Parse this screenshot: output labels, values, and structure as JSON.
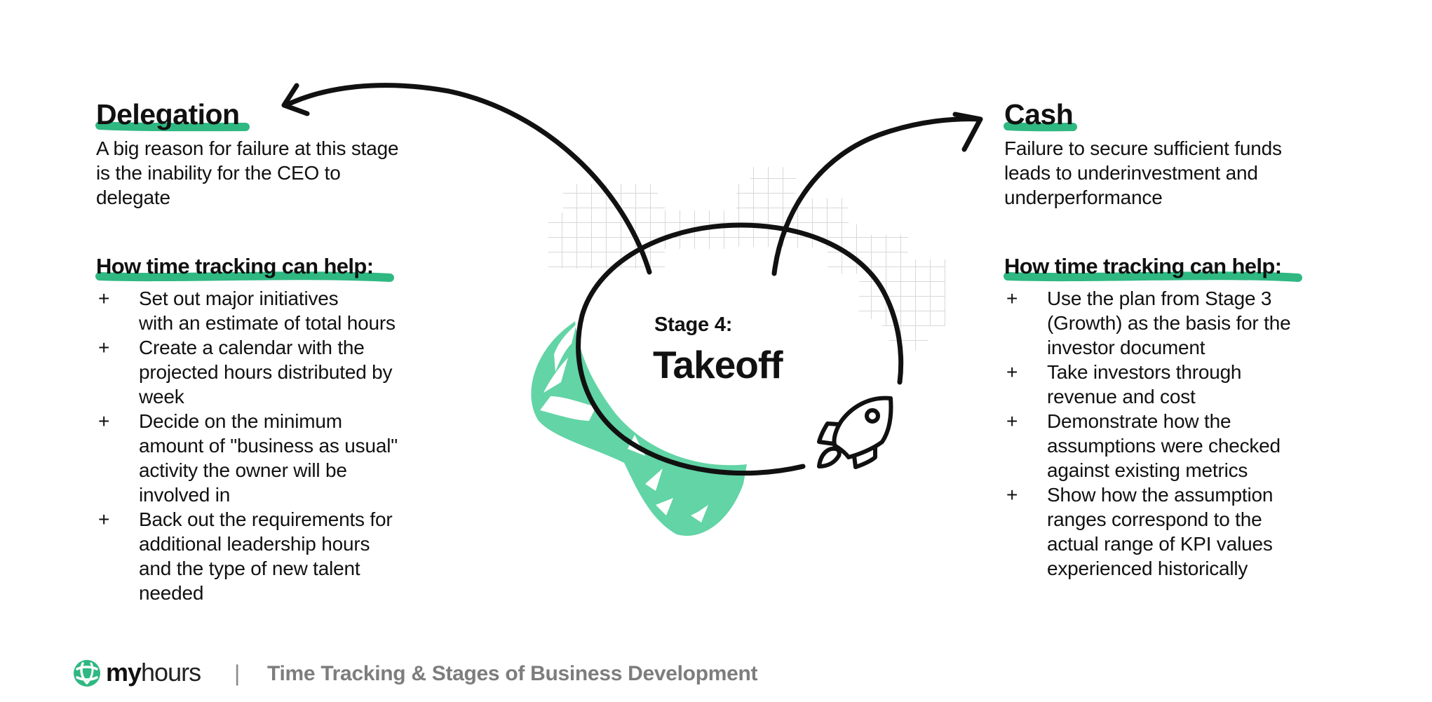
{
  "colors": {
    "accent_green": "#2fb882",
    "blob_green": "#62d4a6",
    "grid_gray": "#d6d6d6",
    "ink": "#111111",
    "footer_gray": "#7d7d7d"
  },
  "center": {
    "stage_label": "Stage 4:",
    "stage_title": "Takeoff",
    "icon": "rocket-icon"
  },
  "left": {
    "title": "Delegation",
    "description_lines": [
      "A big reason for failure at this stage",
      "is the inability for the CEO to",
      "delegate"
    ],
    "help_heading": "How time tracking can help",
    "help_colon": ":",
    "bullet_symbol": "+",
    "items": [
      {
        "lines": [
          "Set out major initiatives",
          "with an estimate of total hours"
        ]
      },
      {
        "lines": [
          "Create a calendar with the",
          "projected hours distributed by",
          "week"
        ]
      },
      {
        "lines": [
          "Decide on the minimum",
          "amount of \"business as usual\"",
          "activity the owner will be",
          "involved in"
        ]
      },
      {
        "lines": [
          "Back out the requirements for",
          "additional leadership hours",
          "and the type of new talent",
          "needed"
        ]
      }
    ]
  },
  "right": {
    "title": "Cash",
    "description_lines": [
      "Failure to secure sufficient funds",
      "leads to underinvestment and",
      "underperformance"
    ],
    "help_heading": "How time tracking can help",
    "help_colon": ":",
    "bullet_symbol": "+",
    "items": [
      {
        "lines": [
          "Use the plan from Stage 3",
          "(Growth) as the basis for the",
          "investor document"
        ]
      },
      {
        "lines": [
          "Take investors through",
          "revenue and cost"
        ]
      },
      {
        "lines": [
          "Demonstrate how the",
          "assumptions were checked",
          "against existing metrics"
        ]
      },
      {
        "lines": [
          "Show how the assumption",
          "ranges correspond to the",
          "actual range of KPI values",
          "experienced historically"
        ]
      }
    ]
  },
  "footer": {
    "logo_icon": "myhours-globe-icon",
    "brand_bold": "my",
    "brand_light": "hours",
    "separator": "|",
    "title": "Time Tracking & Stages of Business Development"
  }
}
